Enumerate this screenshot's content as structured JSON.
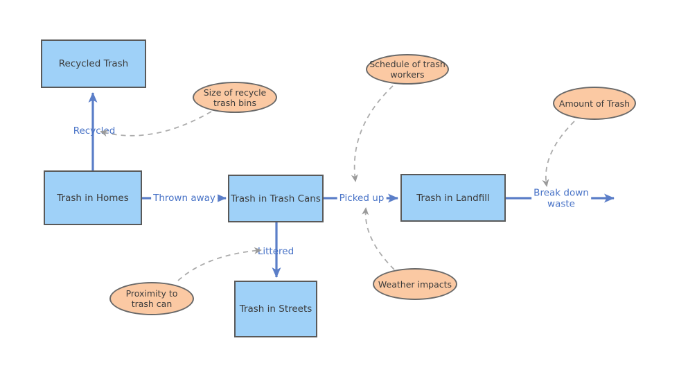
{
  "diagram": {
    "nodes": [
      {
        "id": "recycled-trash",
        "label": "Recycled Trash"
      },
      {
        "id": "trash-in-homes",
        "label": "Trash in Homes"
      },
      {
        "id": "trash-in-trash-cans",
        "label": "Trash in Trash Cans"
      },
      {
        "id": "trash-in-landfill",
        "label": "Trash in Landfill"
      },
      {
        "id": "trash-in-streets",
        "label": "Trash in Streets"
      }
    ],
    "factors": [
      {
        "id": "size-of-recycle-trash-bins",
        "label": "Size of recycle\ntrash bins"
      },
      {
        "id": "schedule-of-trash-workers",
        "label": "Schedule of trash\nworkers"
      },
      {
        "id": "amount-of-trash",
        "label": "Amount of Trash"
      },
      {
        "id": "proximity-to-trash-can",
        "label": "Proximity to\ntrash can"
      },
      {
        "id": "weather-impacts",
        "label": "Weather impacts"
      }
    ],
    "flow_labels": [
      {
        "id": "recycled",
        "label": "Recycled"
      },
      {
        "id": "thrown-away",
        "label": "Thrown away"
      },
      {
        "id": "picked-up",
        "label": "Picked up"
      },
      {
        "id": "break-down-waste",
        "label": "Break down\nwaste"
      },
      {
        "id": "littered",
        "label": "Littered"
      }
    ],
    "colors": {
      "node_fill": "#9fd1f8",
      "node_border": "#595959",
      "factor_fill": "#fbc9a3",
      "factor_border": "#696969",
      "arrow_blue": "#5b7ec8",
      "flow_label_text": "#4671c6",
      "dashed_gray": "#ababab",
      "node_text": "#3b3b3b",
      "background": "#ffffff"
    }
  }
}
